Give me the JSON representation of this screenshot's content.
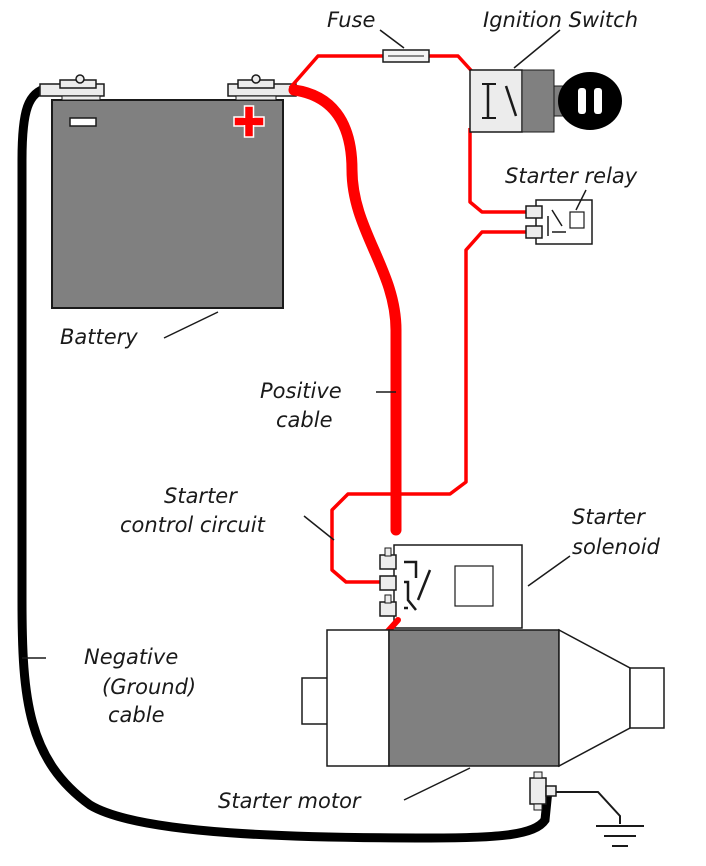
{
  "labels": {
    "fuse": "Fuse",
    "ignition_switch": "Ignition Switch",
    "starter_relay": "Starter relay",
    "battery": "Battery",
    "positive_line1": "Positive",
    "positive_line2": "cable",
    "control_line1": "Starter",
    "control_line2": "control circuit",
    "solenoid_line1": "Starter",
    "solenoid_line2": "solenoid",
    "negative_line1": "Negative",
    "negative_line2": "(Ground)",
    "negative_line3": "cable",
    "starter_motor": "Starter motor"
  },
  "battery_terminals": {
    "negative_symbol": "−",
    "positive_symbol": "+"
  },
  "colors": {
    "positive_wire": "#ff0000",
    "negative_wire": "#000000",
    "battery_body": "#808080",
    "motor_body": "#808080",
    "outline": "#1a1a1a"
  },
  "icons": [
    "battery-icon",
    "fuse-icon",
    "ignition-key-icon",
    "relay-icon",
    "solenoid-icon",
    "starter-motor-icon",
    "ground-symbol-icon"
  ]
}
